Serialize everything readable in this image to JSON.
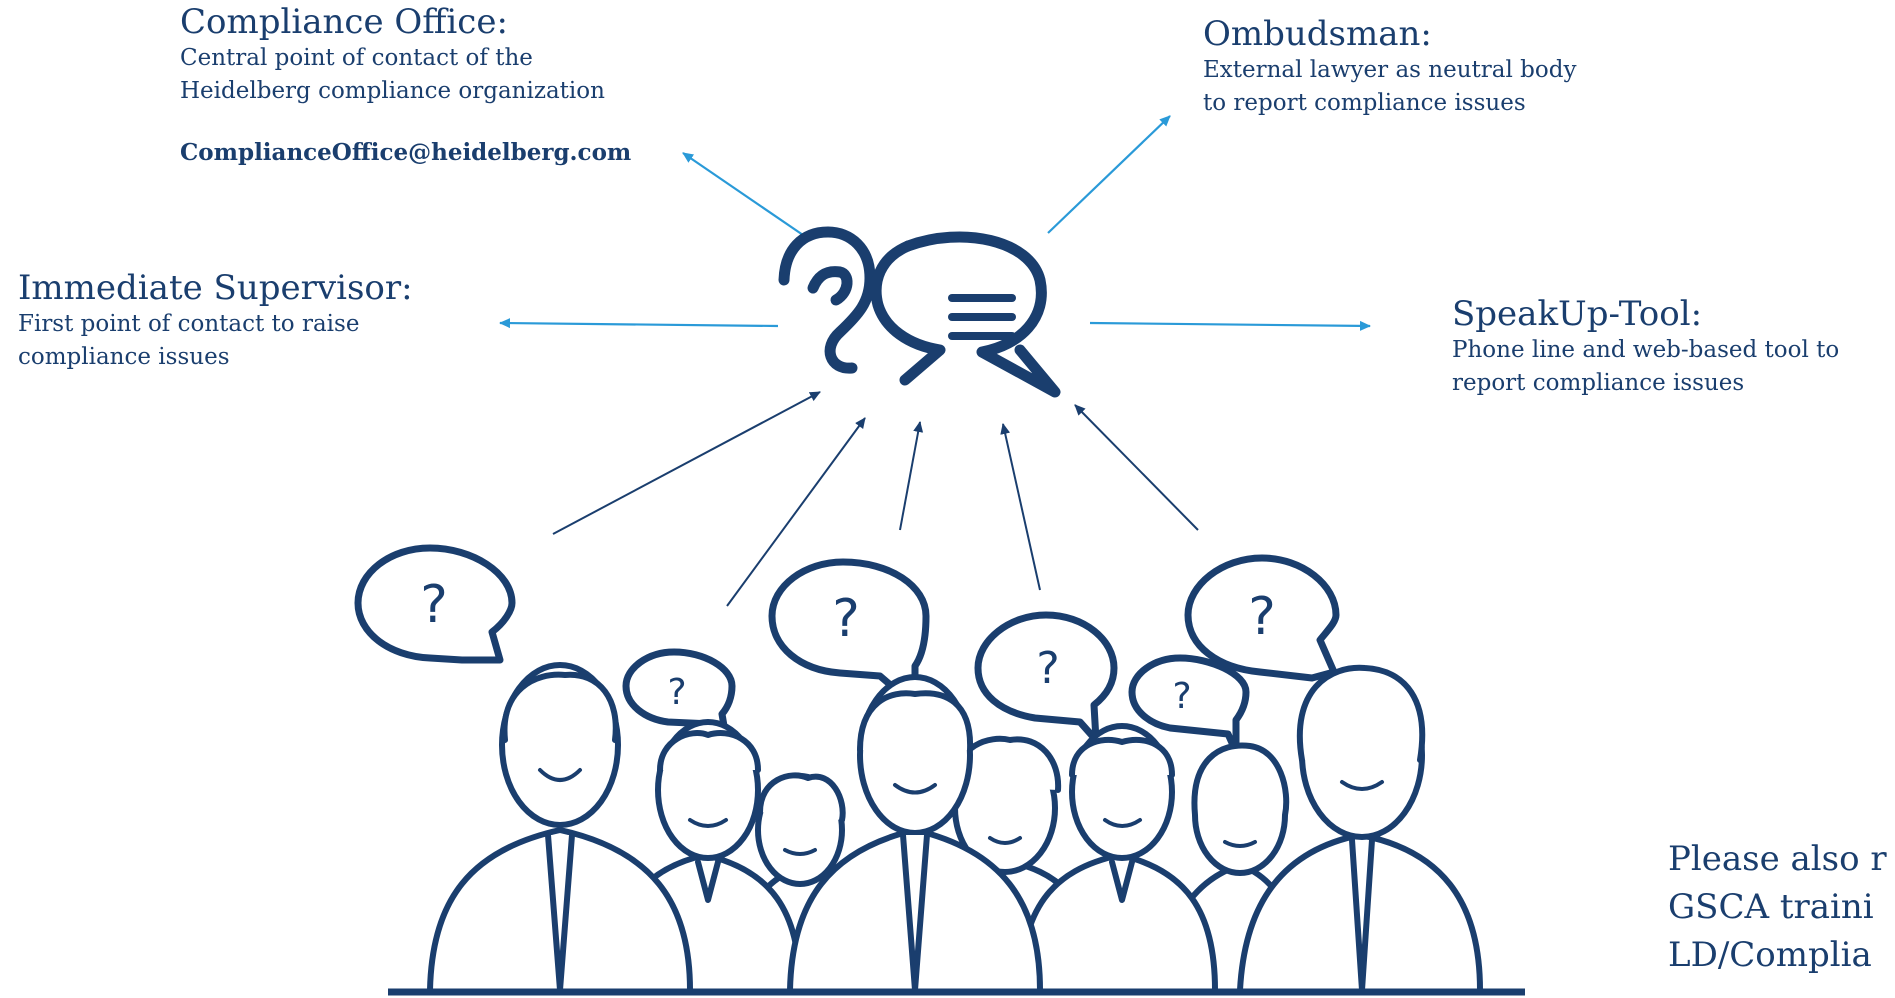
{
  "channels": {
    "compliance_office": {
      "title": "Compliance Office:",
      "desc_line1": "Central point of contact of the",
      "desc_line2": "Heidelberg compliance organization",
      "email": "ComplianceOffice@heidelberg.com"
    },
    "ombudsman": {
      "title": "Ombudsman:",
      "desc_line1": "External lawyer as neutral body",
      "desc_line2": "to report compliance issues"
    },
    "supervisor": {
      "title": "Immediate Supervisor:",
      "desc_line1": "First point of contact to raise",
      "desc_line2": "compliance issues"
    },
    "speakup": {
      "title": "SpeakUp-Tool:",
      "desc_line1": "Phone line and web-based tool to",
      "desc_line2": "report compliance issues"
    }
  },
  "note": {
    "line1": "Please also r",
    "line2": "GSCA traini",
    "line3": "LD/Complia"
  },
  "question_mark": "?",
  "colors": {
    "text": "#1a3e6e",
    "arrow_light": "#2a9ad8",
    "arrow_dark": "#1a3e6e",
    "figure": "#1a3e6e"
  }
}
